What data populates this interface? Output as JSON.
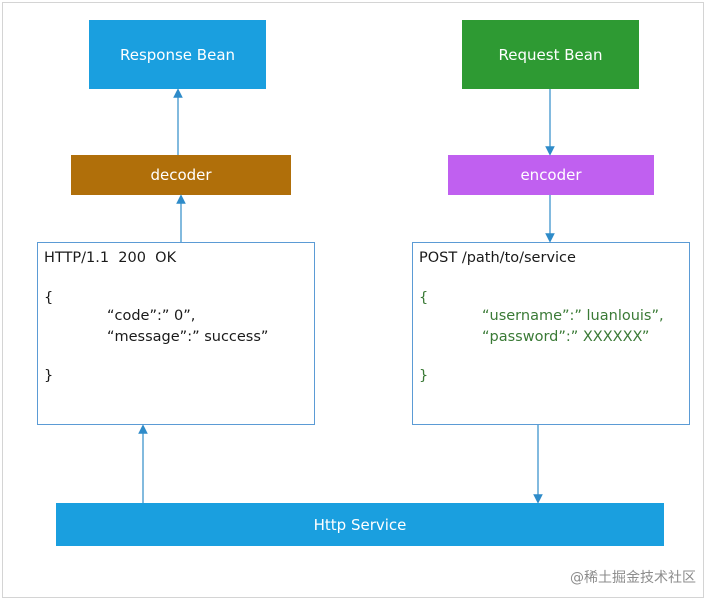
{
  "colors": {
    "response_bean": "#1a9fdf",
    "request_bean": "#2e9a33",
    "decoder": "#b06f0a",
    "encoder": "#c060f0",
    "http_service": "#1a9fdf",
    "panel_border": "#5b9bd5",
    "arrow": "#2e8bc9",
    "json_green": "#3a7a36"
  },
  "boxes": {
    "response_bean": "Response Bean",
    "request_bean": "Request Bean",
    "decoder": "decoder",
    "encoder": "encoder",
    "http_service": "Http Service"
  },
  "response": {
    "status_line": "HTTP/1.1  200  OK",
    "open_brace": "{",
    "line1": "“code”:” 0”,",
    "line2": "“message”:” success”",
    "close_brace": "}"
  },
  "request": {
    "request_line": "POST /path/to/service",
    "open_brace": "{",
    "line1": "“username”:” luanlouis”,",
    "line2": "“password”:” XXXXXX”",
    "close_brace": "}"
  },
  "watermark": {
    "text": "@稀土掘金技术社区"
  }
}
